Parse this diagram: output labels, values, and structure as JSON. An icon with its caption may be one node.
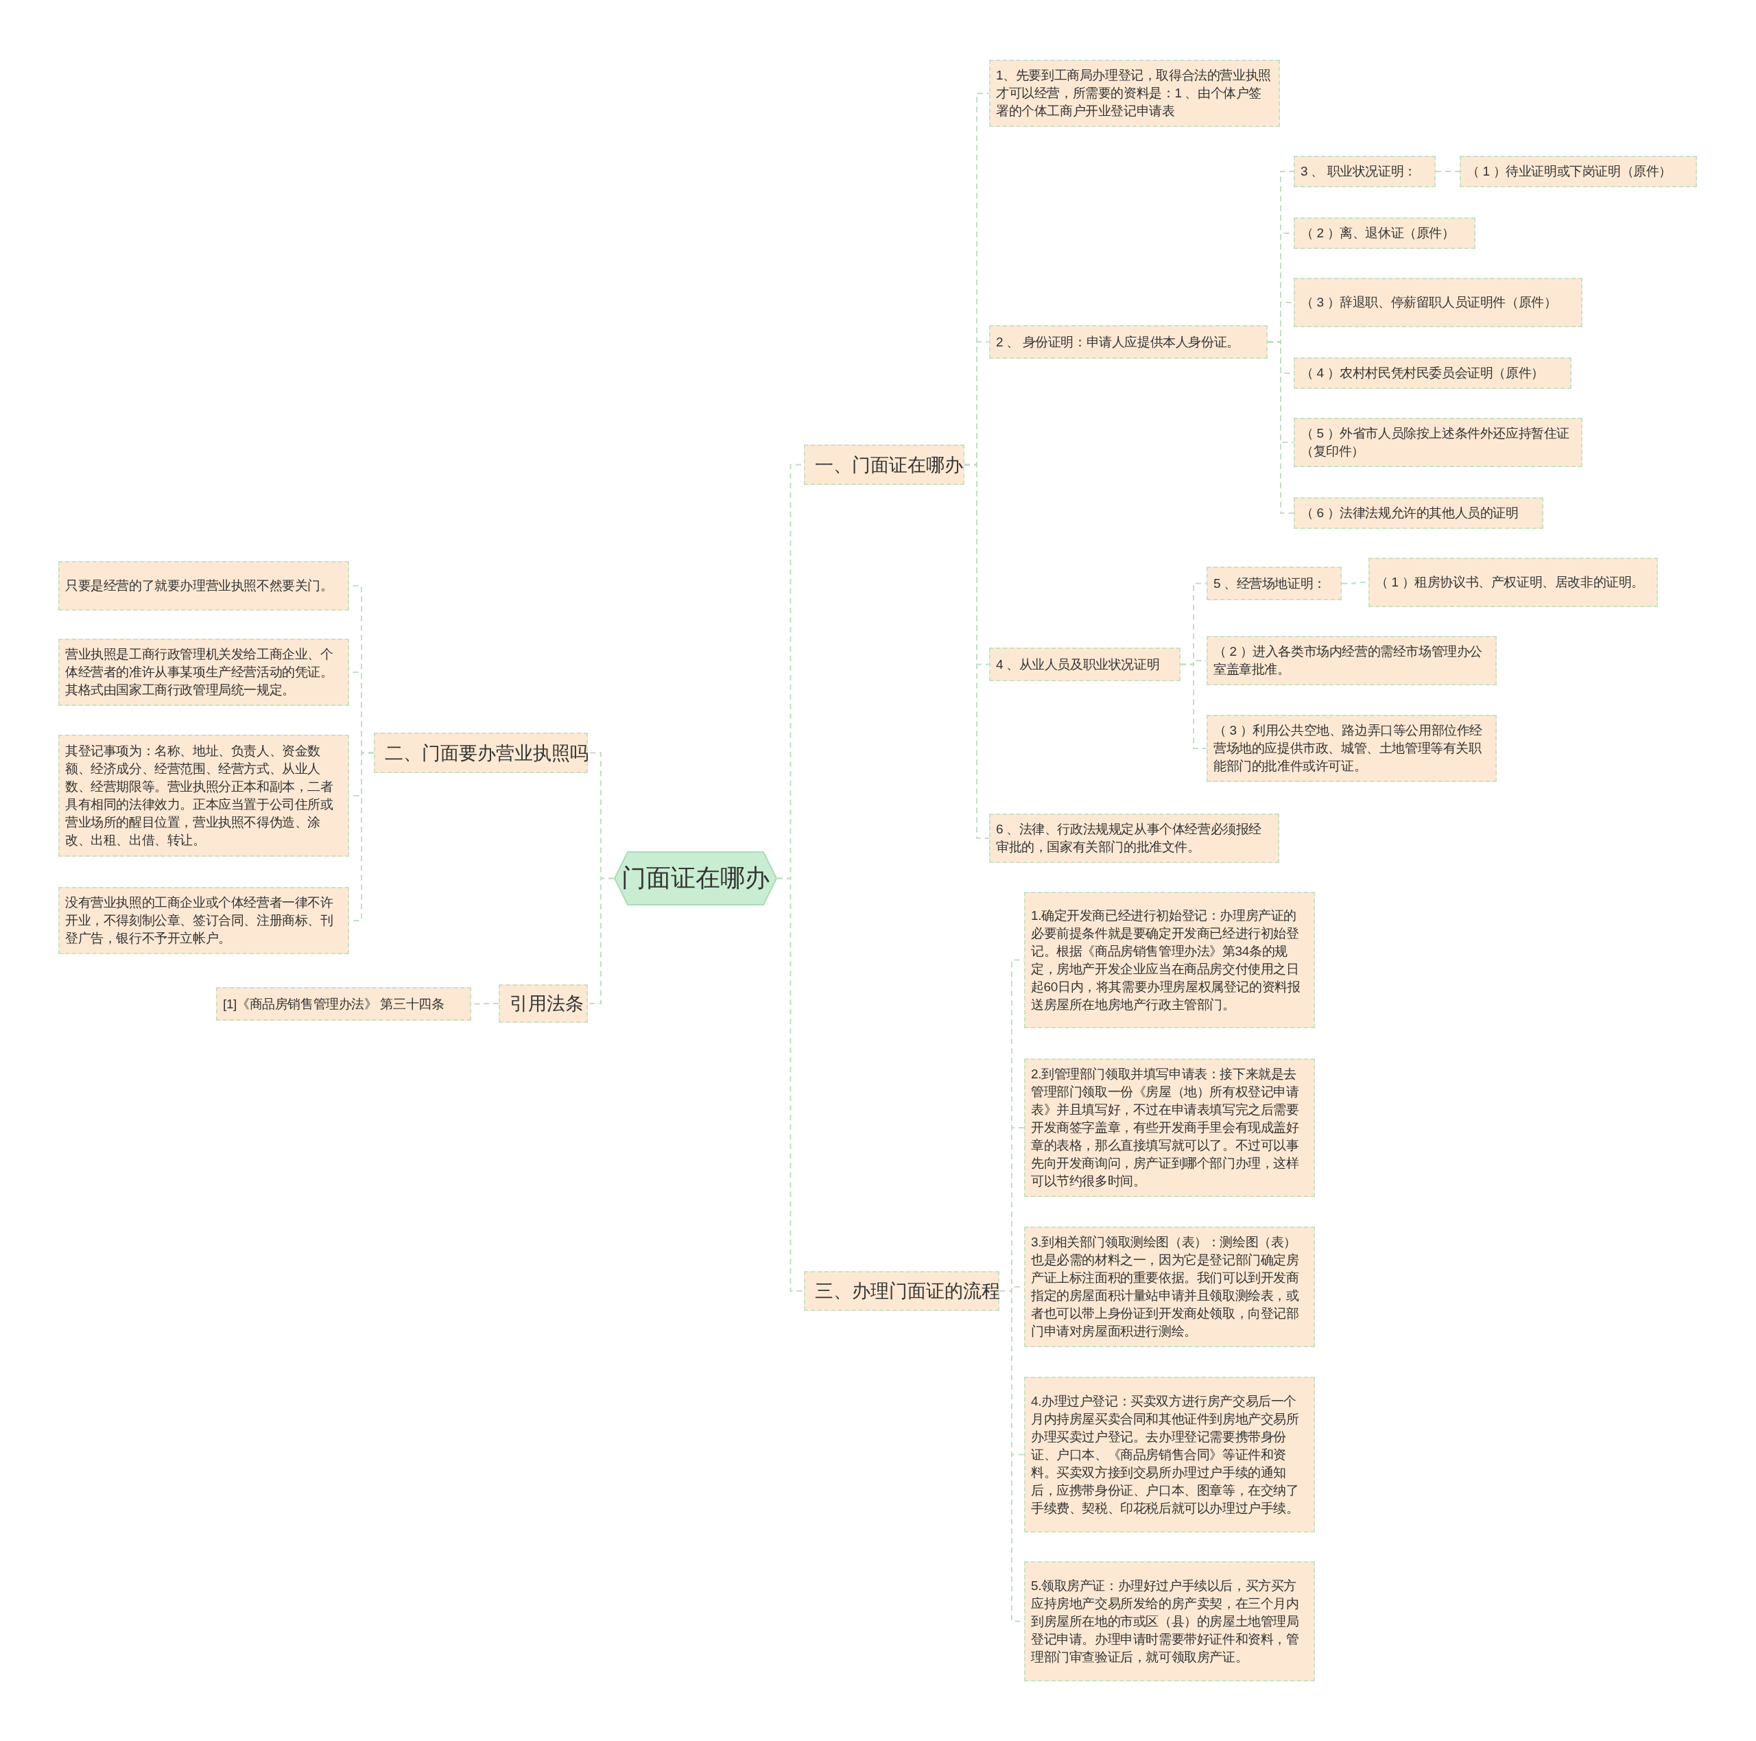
{
  "diagram": {
    "nodes": [
      {
        "text": [
          "门面证在哪办"
        ]
      },
      {
        "text": [
          "一、门面证在哪办"
        ]
      },
      {
        "text": [
          "1、先要到工商局办理登记，取得合法的营业执照才可以经营，所需要的资料是：1 、由个体户签署的个体工商户开业登记申请表"
        ]
      },
      {
        "text": [
          "2 、 身份证明：申请人应提供本人身份证。"
        ]
      },
      {
        "text": [
          "3 、 职业状况证明："
        ]
      },
      {
        "text": [
          "（ 1 ）待业证明或下岗证明（原件）"
        ]
      },
      {
        "text": [
          "（ 2 ）离、退休证（原件）"
        ]
      },
      {
        "text": [
          "（ 3 ）辞退职、停薪留职人员证明件（原件）"
        ]
      },
      {
        "text": [
          "（ 4 ）农村村民凭村民委员会证明（原件）"
        ]
      },
      {
        "text": [
          "（ 5 ）外省市人员除按上述条件外还应持暂住证（复印件）"
        ]
      },
      {
        "text": [
          "（ 6 ）法律法规允许的其他人员的证明"
        ]
      },
      {
        "text": [
          "4 、从业人员及职业状况证明"
        ]
      },
      {
        "text": [
          "5 、经营场地证明："
        ]
      },
      {
        "text": [
          "（ 1 ）租房协议书、产权证明、居改非的证明。"
        ]
      },
      {
        "text": [
          "（ 2 ）进入各类市场内经营的需经市场管理办公室盖章批准。"
        ]
      },
      {
        "text": [
          "（ 3 ）利用公共空地、路边弄口等公用部位作经营场地的应提供市政、城管、土地管理等有关职能部门的批准件或许可证。"
        ]
      },
      {
        "text": [
          "6 、法律、行政法规规定从事个体经营必须报经审批的，国家有关部门的批准文件。"
        ]
      },
      {
        "text": [
          "二、门面要办营业执照吗"
        ]
      },
      {
        "text": [
          "只要是经营的了就要办理营业执照不然要关门。"
        ]
      },
      {
        "text": [
          "营业执照是工商行政管理机关发给工商企业、个体经营者的准许从事某项生产经营活动的凭证。其格式由国家工商行政管理局统一规定。"
        ]
      },
      {
        "text": [
          "其登记事项为：名称、地址、负责人、资金数额、经济成分、经营范围、经营方式、从业人数、经营期限等。营业执照分正本和副本，二者具有相同的法律效力。正本应当置于公司住所或营业场所的醒目位置，营业执照不得伪造、涂改、出租、出借、转让。"
        ]
      },
      {
        "text": [
          "没有营业执照的工商企业或个体经营者一律不许开业，不得刻制公章、签订合同、注册商标、刊登广告，银行不予开立帐户。"
        ]
      },
      {
        "text": [
          "引用法条"
        ]
      },
      {
        "text": [
          "[1]《商品房销售管理办法》 第三十四条"
        ]
      },
      {
        "text": [
          "三、办理门面证的流程"
        ]
      },
      {
        "text": [
          "1.确定开发商已经进行初始登记：办理房产证的必要前提条件就是要确定开发商已经进行初始登记。根据《商品房销售管理办法》第34条的规定，房地产开发企业应当在商品房交付使用之日起60日内，将其需要办理房屋权属登记的资料报送房屋所在地房地产行政主管部门。"
        ]
      },
      {
        "text": [
          "2.到管理部门领取并填写申请表：接下来就是去管理部门领取一份《房屋（地）所有权登记申请表》并且填写好，不过在申请表填写完之后需要开发商签字盖章，有些开发商手里会有现成盖好章的表格，那么直接填写就可以了。不过可以事先向开发商询问，房产证到哪个部门办理，这样可以节约很多时间。"
        ]
      },
      {
        "text": [
          "3.到相关部门领取测绘图（表）：测绘图（表）也是必需的材料之一，因为它是登记部门确定房产证上标注面积的重要依据。我们可以到开发商指定的房屋面积计量站申请并且领取测绘表，或者也可以带上身份证到开发商处领取，向登记部门申请对房屋面积进行测绘。"
        ]
      },
      {
        "text": [
          "4.办理过户登记：买卖双方进行房产交易后一个月内持房屋买卖合同和其他证件到房地产交易所办理买卖过户登记。去办理登记需要携带身份证、户口本、《商品房销售合同》等证件和资料。买卖双方接到交易所办理过户手续的通知后，应携带身份证、户口本、图章等，在交纳了手续费、契税、印花税后就可以办理过户手续。"
        ]
      },
      {
        "text": [
          "5.领取房产证：办理好过户手续以后，买方买方应持房地产交易所发给的房产卖契，在三个月内到房屋所在地的市或区（县）的房屋土地管理局登记申请。办理申请时需要带好证件和资料，管理部门审查验证后，就可领取房产证。"
        ]
      }
    ],
    "edges": [
      {
        "from": 0,
        "to": 1,
        "arrow": "none"
      },
      {
        "from": 0,
        "to": 17,
        "arrow": "none"
      },
      {
        "from": 0,
        "to": 22,
        "arrow": "none"
      },
      {
        "from": 0,
        "to": 24,
        "arrow": "none"
      },
      {
        "from": 1,
        "to": 2,
        "arrow": "none"
      },
      {
        "from": 1,
        "to": 3,
        "arrow": "none"
      },
      {
        "from": 1,
        "to": 11,
        "arrow": "none"
      },
      {
        "from": 1,
        "to": 16,
        "arrow": "none"
      },
      {
        "from": 3,
        "to": 4,
        "arrow": "none"
      },
      {
        "from": 3,
        "to": 6,
        "arrow": "none"
      },
      {
        "from": 3,
        "to": 7,
        "arrow": "none"
      },
      {
        "from": 3,
        "to": 8,
        "arrow": "none"
      },
      {
        "from": 3,
        "to": 9,
        "arrow": "none"
      },
      {
        "from": 3,
        "to": 10,
        "arrow": "none"
      },
      {
        "from": 4,
        "to": 5,
        "arrow": "none"
      },
      {
        "from": 11,
        "to": 12,
        "arrow": "none"
      },
      {
        "from": 11,
        "to": 14,
        "arrow": "none"
      },
      {
        "from": 11,
        "to": 15,
        "arrow": "none"
      },
      {
        "from": 12,
        "to": 13,
        "arrow": "none"
      },
      {
        "from": 17,
        "to": 18,
        "arrow": "none"
      },
      {
        "from": 17,
        "to": 19,
        "arrow": "none"
      },
      {
        "from": 17,
        "to": 20,
        "arrow": "none"
      },
      {
        "from": 17,
        "to": 21,
        "arrow": "none"
      },
      {
        "from": 22,
        "to": 23,
        "arrow": "none"
      },
      {
        "from": 24,
        "to": 25,
        "arrow": "none"
      },
      {
        "from": 24,
        "to": 26,
        "arrow": "none"
      },
      {
        "from": 24,
        "to": 27,
        "arrow": "none"
      },
      {
        "from": 24,
        "to": 28,
        "arrow": "none"
      },
      {
        "from": 24,
        "to": 29,
        "arrow": "none"
      }
    ]
  }
}
